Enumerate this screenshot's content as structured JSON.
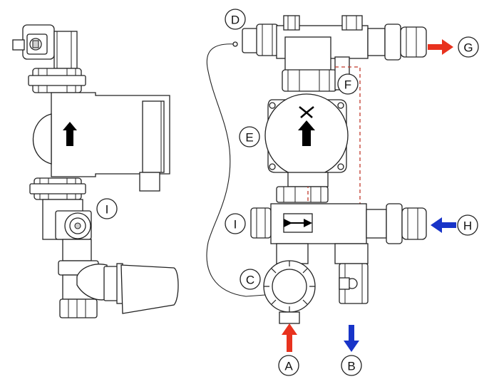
{
  "labels": {
    "A": "A",
    "B": "B",
    "C": "C",
    "D": "D",
    "E": "E",
    "F": "F",
    "G": "G",
    "H": "H",
    "I_left": "I",
    "I_right": "I"
  },
  "colors": {
    "red_arrow": "#e8321e",
    "blue_arrow": "#1834c8",
    "outline": "#222222",
    "dashed_path": "#c0392b"
  },
  "icons": {
    "flow_arrow": "black-up-arrow",
    "pump_fan": "fan-icon",
    "mixer_arrow": "double-horizontal-arrow"
  }
}
